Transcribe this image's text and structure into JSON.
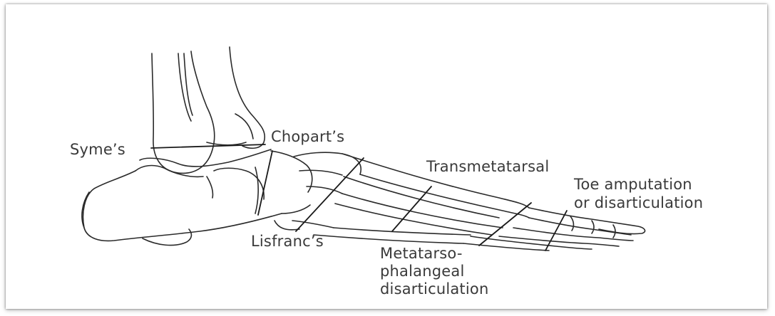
{
  "labels": {
    "symes": "Syme’s",
    "choparts": "Chopart’s",
    "transmetatarsal": "Transmetatarsal",
    "toe_line1": "Toe amputation",
    "toe_line2": "or disarticulation",
    "lisfrancs": "Lisfranc’s",
    "mtp_line1": "Metatarso-",
    "mtp_line2": "phalangeal",
    "mtp_line3": "disarticulation"
  }
}
